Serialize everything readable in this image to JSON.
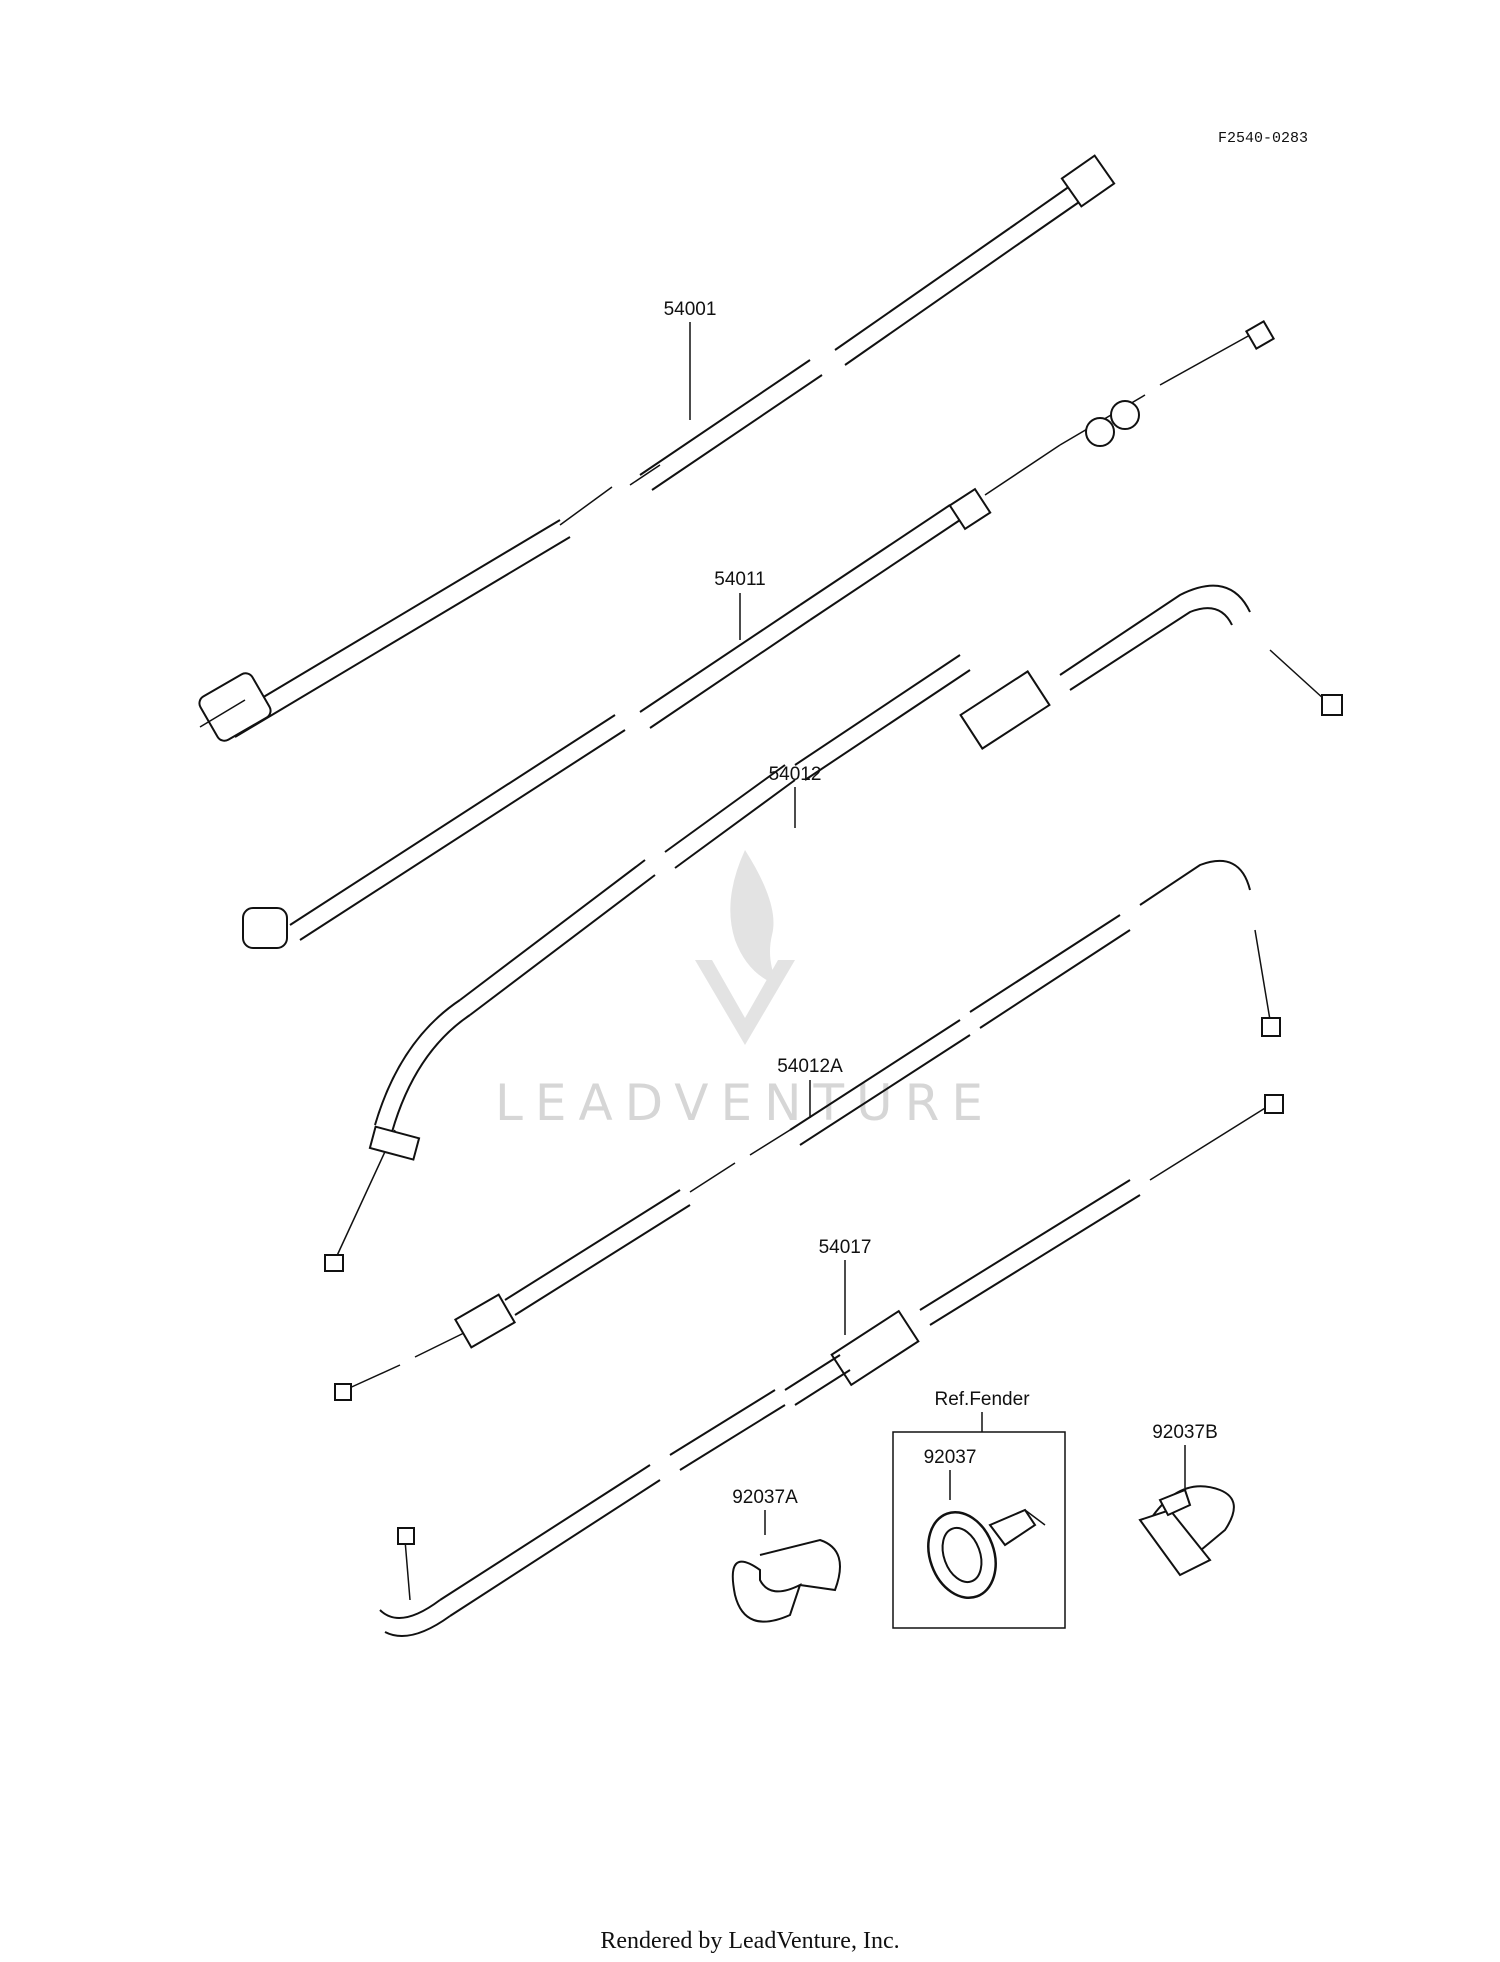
{
  "diagram_code": "F2540-0283",
  "parts": [
    {
      "part_number": "54001"
    },
    {
      "part_number": "54011"
    },
    {
      "part_number": "54012"
    },
    {
      "part_number": "54012A"
    },
    {
      "part_number": "54017"
    },
    {
      "part_number": "92037A"
    },
    {
      "part_number": "92037"
    },
    {
      "part_number": "92037B"
    }
  ],
  "ref_box_label": "Ref.Fender",
  "watermark": "LEADVENTURE",
  "footer": "Rendered by LeadVenture, Inc."
}
